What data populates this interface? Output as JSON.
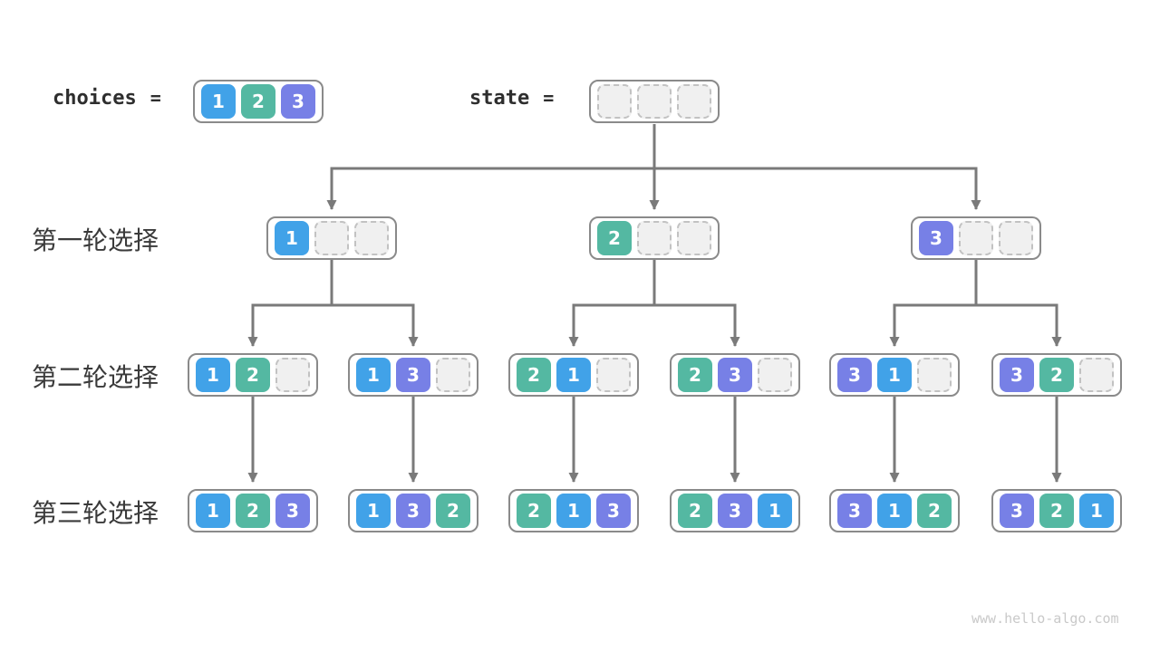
{
  "diagram": {
    "choices_label": "choices",
    "choices_equals": "=",
    "state_label": "state",
    "state_equals": "=",
    "choices": [
      1,
      2,
      3
    ],
    "state": [
      null,
      null,
      null
    ],
    "rows": [
      {
        "label": "第一轮选择",
        "nodes": [
          [
            1,
            null,
            null
          ],
          [
            2,
            null,
            null
          ],
          [
            3,
            null,
            null
          ]
        ]
      },
      {
        "label": "第二轮选择",
        "nodes": [
          [
            1,
            2,
            null
          ],
          [
            1,
            3,
            null
          ],
          [
            2,
            1,
            null
          ],
          [
            2,
            3,
            null
          ],
          [
            3,
            1,
            null
          ],
          [
            3,
            2,
            null
          ]
        ]
      },
      {
        "label": "第三轮选择",
        "nodes": [
          [
            1,
            2,
            3
          ],
          [
            1,
            3,
            2
          ],
          [
            2,
            1,
            3
          ],
          [
            2,
            3,
            1
          ],
          [
            3,
            1,
            2
          ],
          [
            3,
            2,
            1
          ]
        ]
      }
    ],
    "watermark": "www.hello-algo.com"
  },
  "colors": {
    "value_1": "#41a2e8",
    "value_2": "#54b8a2",
    "value_3": "#7780e6",
    "edge": "#7a7a7a",
    "node_border": "#8a8a8a",
    "empty_cell_fill": "#f0f0f0",
    "empty_cell_border": "#c2c2c2",
    "label_text": "#3a3a3a",
    "watermark_text": "#c9c9c9"
  }
}
